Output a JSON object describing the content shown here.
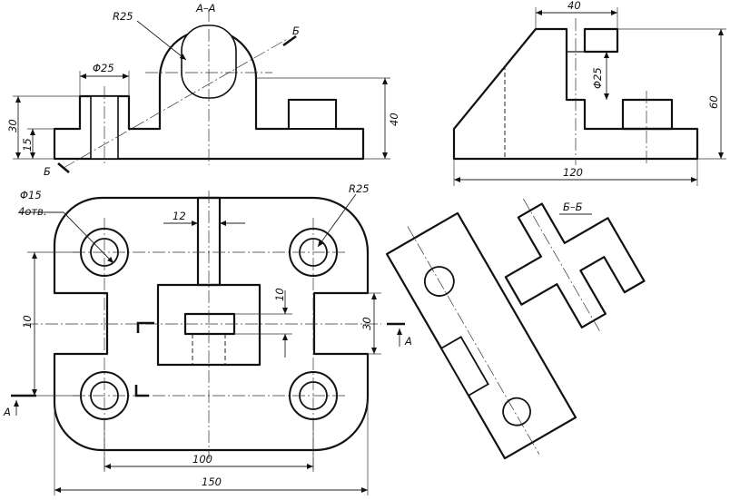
{
  "section_aa": {
    "title": "А–А",
    "radius": "R25",
    "dia": "Φ25",
    "h30": "30",
    "h15": "15",
    "h40": "40",
    "cut_b": "Б"
  },
  "side_view": {
    "w40": "40",
    "dia": "Φ25",
    "h60": "60",
    "w120": "120"
  },
  "plan_view": {
    "hole_dia": "Φ15",
    "hole_count": "4отв.",
    "radius": "R25",
    "rib": "12",
    "slot": "10",
    "h10": "10",
    "h30": "30",
    "w100": "100",
    "w150": "150",
    "cut_a": "А"
  },
  "section_bb": {
    "title": "Б–Б"
  }
}
